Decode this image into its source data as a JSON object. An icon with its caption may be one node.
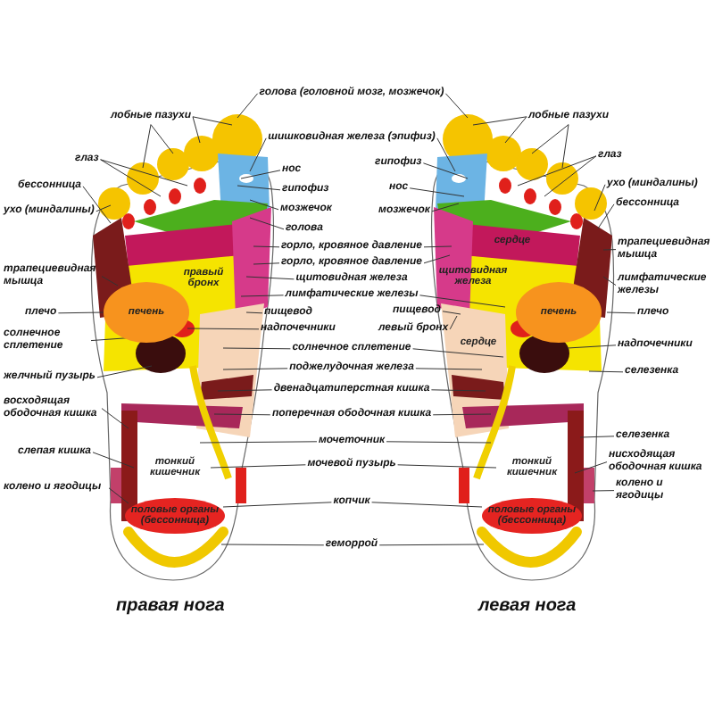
{
  "diagram": {
    "nodes": [
      {
        "text": [],
        "shape": "picture"
      },
      {
        "text": [],
        "shape": "picture"
      },
      {
        "text": [
          "голова (головной мозг, мозжечок)"
        ]
      },
      {
        "text": [
          "лобные пазухи"
        ]
      },
      {
        "text": [
          "лобные пазухи"
        ]
      },
      {
        "text": [
          "шишковидная железа (эпифиз)"
        ]
      },
      {
        "text": [
          "глаз"
        ]
      },
      {
        "text": [
          "глаз"
        ]
      },
      {
        "text": [
          "нос"
        ]
      },
      {
        "text": [
          "гипофиз"
        ]
      },
      {
        "text": [
          "бессонница"
        ]
      },
      {
        "text": [
          "ухо (миндалины)"
        ]
      },
      {
        "text": [
          "гипофиз"
        ]
      },
      {
        "text": [
          "нос"
        ]
      },
      {
        "text": [
          "ухо (миндалины)"
        ]
      },
      {
        "text": [
          "бессонница"
        ]
      },
      {
        "text": [
          "мозжечок"
        ]
      },
      {
        "text": [
          "мозжечок"
        ]
      },
      {
        "text": [
          "голова"
        ]
      },
      {
        "text": [
          "трапециевидная мышца"
        ]
      },
      {
        "text": [
          "горло, кровяное давление"
        ]
      },
      {
        "text": [
          "правый бронх"
        ],
        "in": 0
      },
      {
        "text": [
          "горло, кровяное давление"
        ]
      },
      {
        "text": [
          "сердце"
        ],
        "in": 1
      },
      {
        "text": [
          "щитовидная железа"
        ],
        "in": 1
      },
      {
        "text": [
          "трапециевидная мышца"
        ]
      },
      {
        "text": [
          "щитовидная железа"
        ]
      },
      {
        "text": [
          "лимфатические железы"
        ]
      },
      {
        "text": [
          "лимфатические железы"
        ]
      },
      {
        "text": [
          "пищевод"
        ]
      },
      {
        "text": [
          "пищевод"
        ]
      },
      {
        "text": [
          "печень"
        ],
        "in": 0
      },
      {
        "text": [
          "печень"
        ],
        "in": 1
      },
      {
        "text": [
          "плечо"
        ]
      },
      {
        "text": [
          "плечо"
        ]
      },
      {
        "text": [
          "левый бронх"
        ]
      },
      {
        "text": [
          "сердце"
        ],
        "in": 1
      },
      {
        "text": [
          "надпочечники"
        ]
      },
      {
        "text": [
          "солнечное сплетение"
        ]
      },
      {
        "text": [
          "солнечное сплетение"
        ]
      },
      {
        "text": [
          "надпочечники"
        ]
      },
      {
        "text": [
          "поджелудочная железа"
        ]
      },
      {
        "text": [
          "селезенка"
        ]
      },
      {
        "text": [
          "желчный пузырь"
        ]
      },
      {
        "text": [
          "двенадцатиперстная кишка"
        ]
      },
      {
        "text": [
          "восходящая ободочная кишка"
        ]
      },
      {
        "text": [
          "поперечная ободочная кишка"
        ]
      },
      {
        "text": [
          "селезенка"
        ]
      },
      {
        "text": [
          "мочеточник"
        ]
      },
      {
        "text": [
          "слепая кишка"
        ]
      },
      {
        "text": [
          "тонкий кишечник"
        ],
        "in": 0
      },
      {
        "text": [
          "тонкий кишечник"
        ],
        "in": 1
      },
      {
        "text": [
          "мочевой пузырь"
        ]
      },
      {
        "text": [
          "нисходящая ободочная кишка"
        ]
      },
      {
        "text": [
          "колено и ягодицы"
        ]
      },
      {
        "text": [
          "колено и ягодицы"
        ]
      },
      {
        "text": [
          "копчик"
        ]
      },
      {
        "text": [
          "половые органы (бессонница)"
        ],
        "in": 0
      },
      {
        "text": [
          "половые органы (бессонница)"
        ],
        "in": 1
      },
      {
        "text": [
          "геморрой"
        ]
      }
    ],
    "edges": [
      {
        "from": 2,
        "to": 0,
        "arrow": "none"
      },
      {
        "from": 2,
        "to": 1,
        "arrow": "none"
      },
      {
        "from": 3,
        "to": 0,
        "arrow": "none"
      },
      {
        "from": 3,
        "to": 0,
        "arrow": "none"
      },
      {
        "from": 3,
        "to": 0,
        "arrow": "none"
      },
      {
        "from": 3,
        "to": 0,
        "arrow": "none"
      },
      {
        "from": 4,
        "to": 1,
        "arrow": "none"
      },
      {
        "from": 4,
        "to": 1,
        "arrow": "none"
      },
      {
        "from": 4,
        "to": 1,
        "arrow": "none"
      },
      {
        "from": 4,
        "to": 1,
        "arrow": "none"
      },
      {
        "from": 5,
        "to": 0,
        "arrow": "none"
      },
      {
        "from": 5,
        "to": 1,
        "arrow": "none"
      },
      {
        "from": 6,
        "to": 0,
        "arrow": "none"
      },
      {
        "from": 6,
        "to": 0,
        "arrow": "none"
      },
      {
        "from": 7,
        "to": 1,
        "arrow": "none"
      },
      {
        "from": 7,
        "to": 1,
        "arrow": "none"
      },
      {
        "from": 8,
        "to": 0,
        "arrow": "none"
      },
      {
        "from": 9,
        "to": 1,
        "arrow": "none"
      },
      {
        "from": 10,
        "to": 0,
        "arrow": "none"
      },
      {
        "from": 11,
        "to": 1,
        "arrow": "none"
      },
      {
        "from": 12,
        "to": 0,
        "arrow": "none"
      },
      {
        "from": 13,
        "to": 1,
        "arrow": "none"
      },
      {
        "from": 14,
        "to": 0,
        "arrow": "none"
      },
      {
        "from": 15,
        "to": 1,
        "arrow": "none"
      },
      {
        "from": 16,
        "to": 0,
        "arrow": "none"
      },
      {
        "from": 17,
        "to": 1,
        "arrow": "none"
      },
      {
        "from": 18,
        "to": 0,
        "arrow": "none"
      },
      {
        "from": 19,
        "to": 1,
        "arrow": "none"
      },
      {
        "from": 20,
        "to": 0,
        "arrow": "none"
      },
      {
        "from": 20,
        "to": 1,
        "arrow": "none"
      },
      {
        "from": 22,
        "to": 0,
        "arrow": "none"
      },
      {
        "from": 22,
        "to": 1,
        "arrow": "none"
      },
      {
        "from": 25,
        "to": 0,
        "arrow": "none"
      },
      {
        "from": 26,
        "to": 0,
        "arrow": "none"
      },
      {
        "from": 27,
        "to": 1,
        "arrow": "none"
      },
      {
        "from": 28,
        "to": 0,
        "arrow": "none"
      },
      {
        "from": 28,
        "to": 1,
        "arrow": "none"
      },
      {
        "from": 29,
        "to": 0,
        "arrow": "none"
      },
      {
        "from": 30,
        "to": 1,
        "arrow": "none"
      },
      {
        "from": 33,
        "to": 0,
        "arrow": "none"
      },
      {
        "from": 34,
        "to": 1,
        "arrow": "none"
      },
      {
        "from": 35,
        "to": 1,
        "arrow": "none"
      },
      {
        "from": 37,
        "to": 0,
        "arrow": "none"
      },
      {
        "from": 38,
        "to": 0,
        "arrow": "none"
      },
      {
        "from": 39,
        "to": 0,
        "arrow": "none"
      },
      {
        "from": 39,
        "to": 1,
        "arrow": "none"
      },
      {
        "from": 40,
        "to": 1,
        "arrow": "none"
      },
      {
        "from": 41,
        "to": 0,
        "arrow": "none"
      },
      {
        "from": 41,
        "to": 1,
        "arrow": "none"
      },
      {
        "from": 42,
        "to": 1,
        "arrow": "none"
      },
      {
        "from": 43,
        "to": 0,
        "arrow": "none"
      },
      {
        "from": 44,
        "to": 0,
        "arrow": "none"
      },
      {
        "from": 44,
        "to": 1,
        "arrow": "none"
      },
      {
        "from": 45,
        "to": 0,
        "arrow": "none"
      },
      {
        "from": 46,
        "to": 0,
        "arrow": "none"
      },
      {
        "from": 46,
        "to": 1,
        "arrow": "none"
      },
      {
        "from": 47,
        "to": 1,
        "arrow": "none"
      },
      {
        "from": 48,
        "to": 0,
        "arrow": "none"
      },
      {
        "from": 48,
        "to": 1,
        "arrow": "none"
      },
      {
        "from": 49,
        "to": 0,
        "arrow": "none"
      },
      {
        "from": 52,
        "to": 0,
        "arrow": "none"
      },
      {
        "from": 52,
        "to": 1,
        "arrow": "none"
      },
      {
        "from": 53,
        "to": 1,
        "arrow": "none"
      },
      {
        "from": 54,
        "to": 0,
        "arrow": "none"
      },
      {
        "from": 55,
        "to": 1,
        "arrow": "none"
      },
      {
        "from": 56,
        "to": 0,
        "arrow": "none"
      },
      {
        "from": 56,
        "to": 1,
        "arrow": "none"
      },
      {
        "from": 59,
        "to": 0,
        "arrow": "none"
      },
      {
        "from": 59,
        "to": 1,
        "arrow": "none"
      }
    ],
    "labels": [
      "правая нога",
      "левая нога"
    ]
  }
}
